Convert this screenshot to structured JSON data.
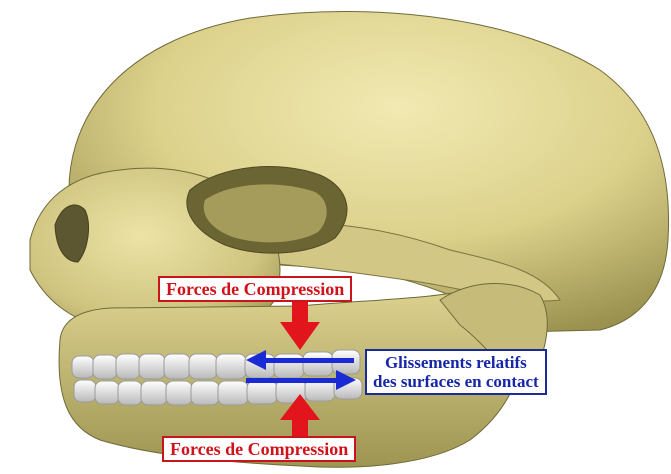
{
  "labels": {
    "compression_top": "Forces de Compression",
    "compression_bottom": "Forces de Compression",
    "sliding_line1": "Glissements relatifs",
    "sliding_line2": "des surfaces en contact"
  },
  "colors": {
    "bone": "#e6dc98",
    "bone_shadow": "#8d8548",
    "teeth": "#f3f3f3",
    "compression_red": "#d0121b",
    "sliding_blue": "#1626a8"
  },
  "icons": {
    "compression_arrows": "red-arrow-icon",
    "sliding_arrows": "blue-arrow-icon"
  }
}
